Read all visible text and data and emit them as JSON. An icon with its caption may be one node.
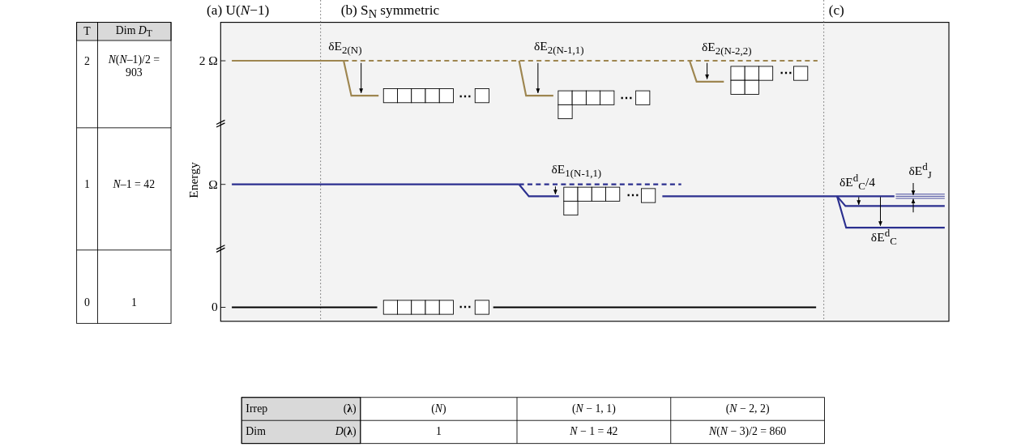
{
  "diagram": {
    "labels": [
      "T",
      "Dim *D*$_{T}$",
      "2",
      "*N*(*N*–1)/2 = 903",
      "1",
      "*N*–1 = 42",
      "0",
      "1",
      "(a) U(*N*−1)",
      "(b) S$_{N}$ symmetric",
      "(c)",
      "2 Ω",
      "Ω",
      "0",
      "Energy",
      "δE$_{2(N)}$",
      "δE$_{2(N-1,1)}$",
      "δE$_{2(N-2,2)}$",
      "⋯",
      "⋯",
      "⋯",
      "δE$_{1(N-1,1)}$",
      "⋯",
      "δE$^{d}$$_{C}$/4",
      "δE$^{d}$$_{J}$",
      "δE$^{d}$$_{C}$",
      "⋯",
      "Irrep",
      "(**λ**)",
      "(*N*)",
      "(*N* − 1, 1)",
      "(*N* − 2, 2)",
      "Dim",
      "*D*(**λ**)",
      "1",
      "*N* − 1 = 42",
      "*N*(*N* − 3)/2 = 860"
    ]
  }
}
